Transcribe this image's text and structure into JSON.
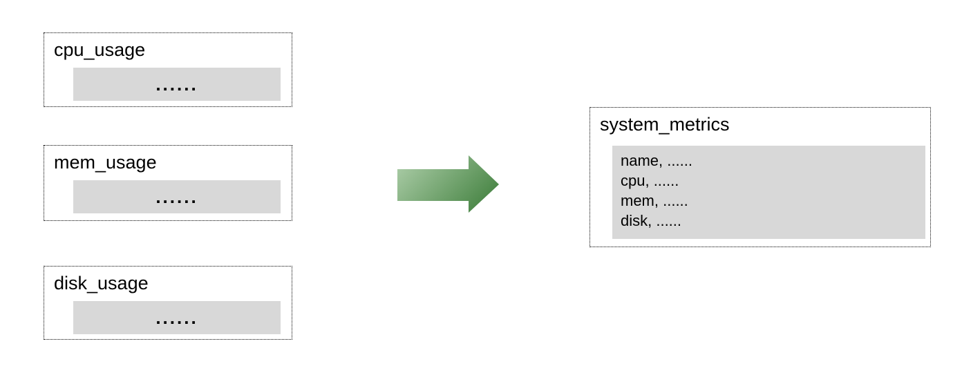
{
  "diagram": {
    "source_tables": [
      {
        "title": "cpu_usage",
        "placeholder": "......"
      },
      {
        "title": "mem_usage",
        "placeholder": "......"
      },
      {
        "title": "disk_usage",
        "placeholder": "......"
      }
    ],
    "result_table": {
      "title": "system_metrics",
      "rows": [
        "name, ......",
        "cpu, ......",
        "mem, ......",
        "disk, ......"
      ]
    },
    "arrow": {
      "direction": "right",
      "gradient_start": "#b0d0ac",
      "gradient_end": "#4c8849"
    },
    "colors": {
      "bar_fill": "#d8d8d8",
      "border": "#000000",
      "background": "#ffffff"
    }
  }
}
